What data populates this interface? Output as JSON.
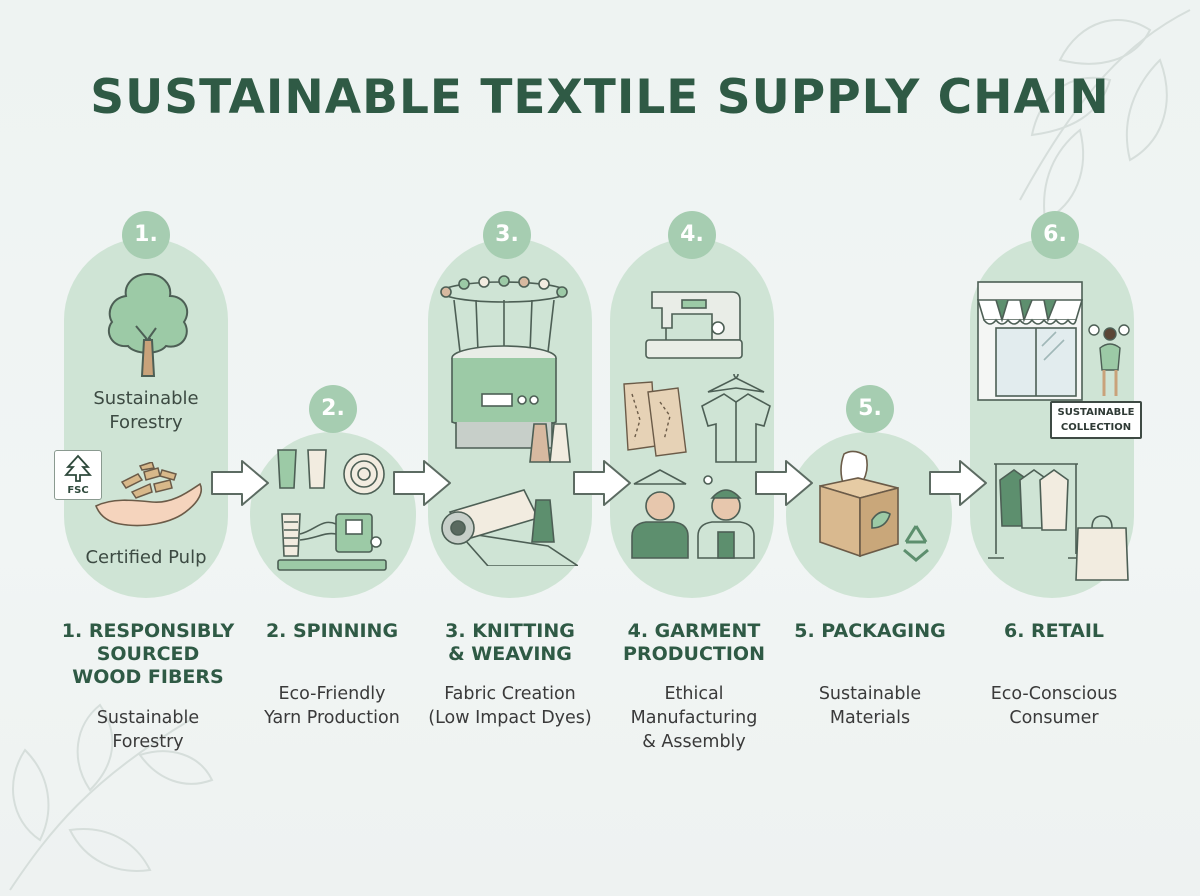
{
  "title": "SUSTAINABLE TEXTILE SUPPLY CHAIN",
  "steps": [
    {
      "badge": "1.",
      "title_lines": [
        "1. RESPONSIBLY",
        "SOURCED",
        "WOOD FIBERS"
      ],
      "desc_lines": [
        "Sustainable",
        "Forestry"
      ],
      "pill_labels": [
        "Sustainable",
        "Forestry",
        "Certified Pulp"
      ],
      "logo_text": "FSC"
    },
    {
      "badge": "2.",
      "title_lines": [
        "2. SPINNING"
      ],
      "desc_lines": [
        "Eco-Friendly",
        "Yarn Production"
      ]
    },
    {
      "badge": "3.",
      "title_lines": [
        "3. KNITTING",
        "& WEAVING"
      ],
      "desc_lines": [
        "Fabric Creation",
        "(Low Impact Dyes)"
      ]
    },
    {
      "badge": "4.",
      "title_lines": [
        "4. GARMENT",
        "PRODUCTION"
      ],
      "desc_lines": [
        "Ethical",
        "Manufacturing",
        "& Assembly"
      ]
    },
    {
      "badge": "5.",
      "title_lines": [
        "5. PACKAGING"
      ],
      "desc_lines": [
        "Sustainable",
        "Materials"
      ]
    },
    {
      "badge": "6.",
      "title_lines": [
        "6. RETAIL"
      ],
      "desc_lines": [
        "Eco-Conscious",
        "Consumer"
      ],
      "sign_lines": [
        "SUSTAINABLE",
        "COLLECTION"
      ]
    }
  ],
  "colors": {
    "title": "#2f5a45",
    "pill": "#cfe4d5",
    "badge": "#a6cdb1",
    "arrow_stroke": "#5c6b62"
  },
  "icons": [
    "tree-icon",
    "wood-chips-hand-icon",
    "fsc-logo",
    "spinning-machine-icon",
    "knitting-machine-icon",
    "fabric-roll-icon",
    "sewing-machine-icon",
    "shirt-icon",
    "workers-icon",
    "box-icon",
    "recycle-icon",
    "storefront-icon",
    "clothing-rack-icon",
    "shopping-bag-icon",
    "arrow-right-icon"
  ]
}
